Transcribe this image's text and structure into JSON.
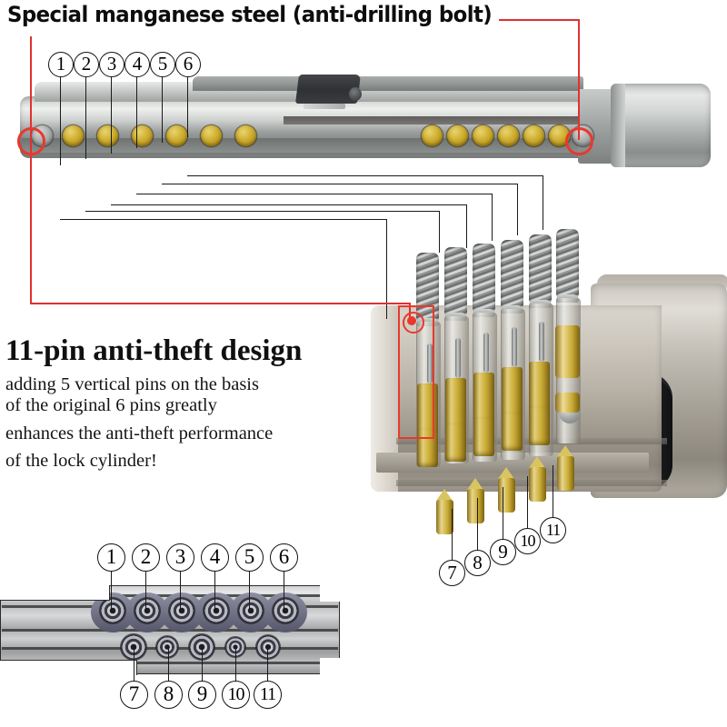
{
  "title": "Special manganese steel (anti-drilling bolt)",
  "headline": "11-pin anti-theft design",
  "body": {
    "line1": "adding 5 vertical pins on the basis",
    "line2": "of the original 6 pins greatly",
    "line3": "enhances the anti-theft performance",
    "line4": "of the lock cylinder!"
  },
  "callouts": {
    "top_row": [
      "1",
      "2",
      "3",
      "4",
      "5",
      "6"
    ],
    "cutaway_bottom": [
      "7",
      "8",
      "9",
      "10",
      "11"
    ],
    "schematic_top": [
      "1",
      "2",
      "3",
      "4",
      "5",
      "6"
    ],
    "schematic_bottom": [
      "7",
      "8",
      "9",
      "10",
      "11"
    ]
  },
  "colors": {
    "highlight": "#e8392c",
    "leader": "#1a1a1a",
    "brass": "#c9a227",
    "steel": "#a9adac",
    "text": "#101010"
  },
  "annotations": {
    "anti_drill_bolt_marker": "red-circle-highlight",
    "vertical_pin_marker": "red-box-highlight"
  }
}
